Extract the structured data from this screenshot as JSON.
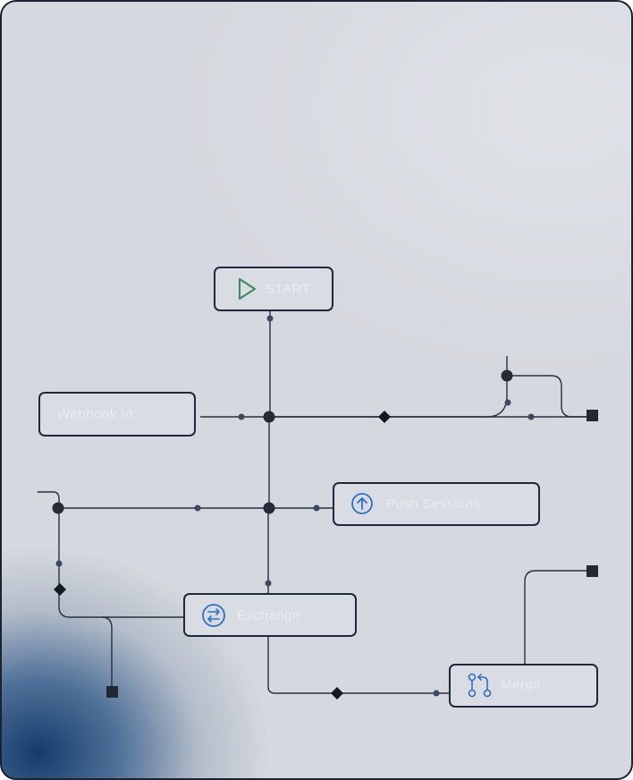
{
  "diagram": {
    "nodes": {
      "start": {
        "label": "START",
        "icon": "play-icon",
        "accent": "#3a8a5c"
      },
      "source": {
        "label": "Webhook In"
      },
      "upload": {
        "label": "Push Sessions",
        "icon": "arrow-up-circle-icon",
        "accent": "#2f6fc4"
      },
      "exchange": {
        "label": "Exchange",
        "icon": "swap-circle-icon",
        "accent": "#2f6fc4"
      },
      "merge": {
        "label": "Merge",
        "icon": "git-pull-request-icon",
        "accent": "#2f6fc4"
      }
    },
    "colors": {
      "edge": "#2a2f3a",
      "node_border": "#1c2a40",
      "node_fill": "#d8dbe1",
      "accent_blue": "#2f6fc4",
      "accent_green": "#3a8a5c"
    }
  }
}
